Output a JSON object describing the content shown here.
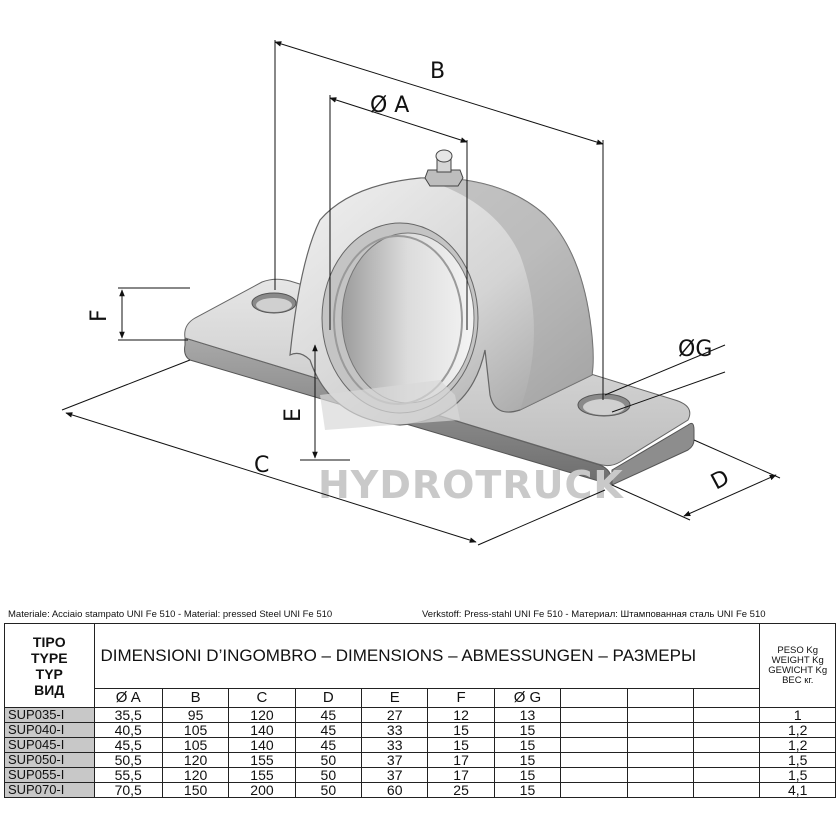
{
  "drawing": {
    "dimension_labels": {
      "B": "B",
      "A": "Ø A",
      "C": "C",
      "D": "D",
      "E": "E",
      "F": "F",
      "G": "ØG"
    },
    "watermark": "HYDROTRUCK"
  },
  "material": {
    "left": "Materiale: Acciaio stampato UNI Fe 510 - Material: pressed Steel UNI Fe 510",
    "right": "Verkstoff: Press-stahl UNI Fe 510 - Материал: Штампованная сталь UNI Fe 510"
  },
  "table": {
    "type_header": [
      "TIPO",
      "TYPE",
      "TYP",
      "ВИД"
    ],
    "dimensions_header": "DIMENSIONI D’INGOMBRO – DIMENSIONS – ABMESSUNGEN – РАЗМЕРЫ",
    "weight_header": [
      "PESO Kg",
      "WEIGHT Kg",
      "GEWICHT Kg",
      "ВЕС кг."
    ],
    "columns": [
      "Ø A",
      "B",
      "C",
      "D",
      "E",
      "F",
      "Ø G",
      "",
      "",
      ""
    ],
    "rows": [
      {
        "model": "SUP035-I",
        "A": "35,5",
        "B": "95",
        "C": "120",
        "D": "45",
        "E": "27",
        "F": "12",
        "G": "13",
        "weight": "1"
      },
      {
        "model": "SUP040-I",
        "A": "40,5",
        "B": "105",
        "C": "140",
        "D": "45",
        "E": "33",
        "F": "15",
        "G": "15",
        "weight": "1,2"
      },
      {
        "model": "SUP045-I",
        "A": "45,5",
        "B": "105",
        "C": "140",
        "D": "45",
        "E": "33",
        "F": "15",
        "G": "15",
        "weight": "1,2"
      },
      {
        "model": "SUP050-I",
        "A": "50,5",
        "B": "120",
        "C": "155",
        "D": "50",
        "E": "37",
        "F": "17",
        "G": "15",
        "weight": "1,5"
      },
      {
        "model": "SUP055-I",
        "A": "55,5",
        "B": "120",
        "C": "155",
        "D": "50",
        "E": "37",
        "F": "17",
        "G": "15",
        "weight": "1,5"
      },
      {
        "model": "SUP070-I",
        "A": "70,5",
        "B": "150",
        "C": "200",
        "D": "50",
        "E": "60",
        "F": "25",
        "G": "15",
        "weight": "4,1"
      }
    ]
  }
}
